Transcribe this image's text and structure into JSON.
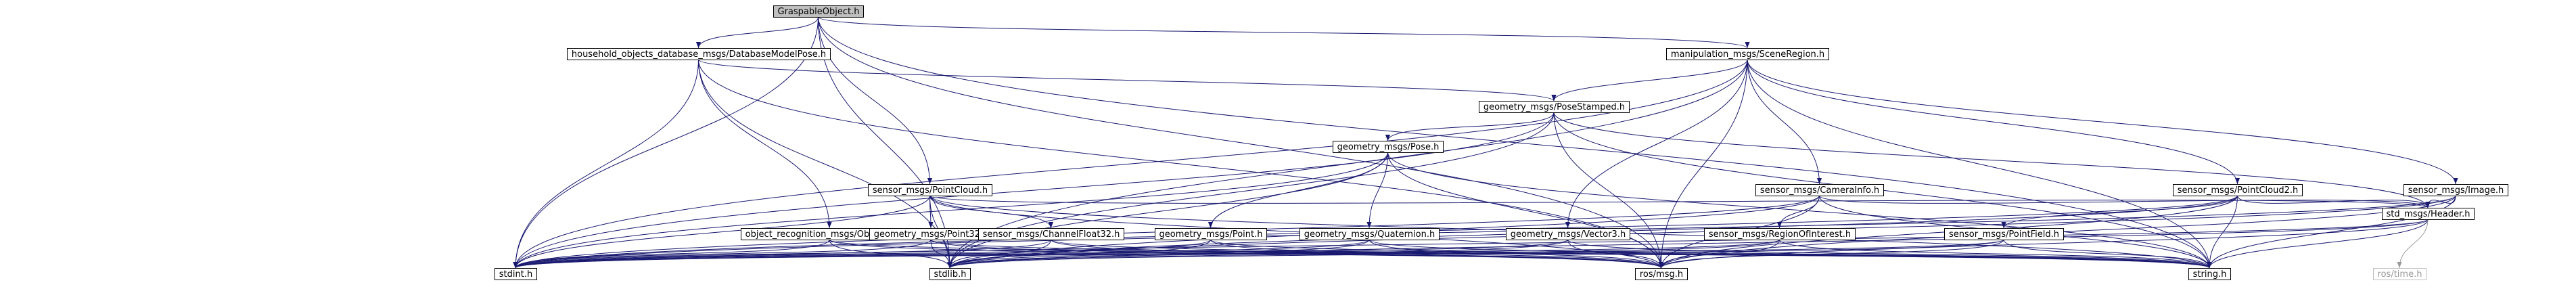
{
  "colors": {
    "edge": "#191970",
    "edge_weak": "#9a9a9a",
    "root_fill": "#bfbfbf",
    "node_fill": "#ffffff",
    "node_border": "#000000",
    "ext_border": "#bfbfbf",
    "ext_text": "#9a9a9a"
  },
  "nodes": [
    {
      "id": "n0",
      "label": "GraspableObject.h",
      "kind": "root"
    },
    {
      "id": "n1",
      "label": "household_objects_database_msgs/DatabaseModelPose.h"
    },
    {
      "id": "n2",
      "label": "manipulation_msgs/SceneRegion.h"
    },
    {
      "id": "n3",
      "label": "geometry_msgs/PoseStamped.h"
    },
    {
      "id": "n4",
      "label": "sensor_msgs/PointCloud.h"
    },
    {
      "id": "n5",
      "label": "geometry_msgs/Pose.h"
    },
    {
      "id": "n6",
      "label": "sensor_msgs/CameraInfo.h"
    },
    {
      "id": "n7",
      "label": "sensor_msgs/PointCloud2.h"
    },
    {
      "id": "n8",
      "label": "sensor_msgs/Image.h"
    },
    {
      "id": "n9",
      "label": "object_recognition_msgs/ObjectType.h"
    },
    {
      "id": "n10",
      "label": "geometry_msgs/Point32.h"
    },
    {
      "id": "n11",
      "label": "sensor_msgs/ChannelFloat32.h"
    },
    {
      "id": "n12",
      "label": "geometry_msgs/Point.h"
    },
    {
      "id": "n13",
      "label": "geometry_msgs/Quaternion.h"
    },
    {
      "id": "n14",
      "label": "geometry_msgs/Vector3.h"
    },
    {
      "id": "n15",
      "label": "sensor_msgs/RegionOfInterest.h"
    },
    {
      "id": "n16",
      "label": "sensor_msgs/PointField.h"
    },
    {
      "id": "n17",
      "label": "std_msgs/Header.h"
    },
    {
      "id": "n18",
      "label": "stdint.h"
    },
    {
      "id": "n19",
      "label": "stdlib.h"
    },
    {
      "id": "n20",
      "label": "ros/msg.h"
    },
    {
      "id": "n21",
      "label": "string.h"
    },
    {
      "id": "n22",
      "label": "ros/time.h",
      "kind": "ext"
    }
  ],
  "edges": [
    [
      "n0",
      "n1"
    ],
    [
      "n0",
      "n2"
    ],
    [
      "n0",
      "n4"
    ],
    [
      "n0",
      "n18"
    ],
    [
      "n0",
      "n19"
    ],
    [
      "n0",
      "n20"
    ],
    [
      "n0",
      "n21"
    ],
    [
      "n1",
      "n3"
    ],
    [
      "n1",
      "n9"
    ],
    [
      "n1",
      "n18"
    ],
    [
      "n1",
      "n19"
    ],
    [
      "n1",
      "n20"
    ],
    [
      "n2",
      "n3"
    ],
    [
      "n2",
      "n6"
    ],
    [
      "n2",
      "n7"
    ],
    [
      "n2",
      "n8"
    ],
    [
      "n2",
      "n14"
    ],
    [
      "n2",
      "n18"
    ],
    [
      "n2",
      "n19"
    ],
    [
      "n2",
      "n20"
    ],
    [
      "n2",
      "n21"
    ],
    [
      "n3",
      "n5"
    ],
    [
      "n3",
      "n17"
    ],
    [
      "n3",
      "n18"
    ],
    [
      "n3",
      "n19"
    ],
    [
      "n3",
      "n20"
    ],
    [
      "n3",
      "n21"
    ],
    [
      "n4",
      "n10"
    ],
    [
      "n4",
      "n11"
    ],
    [
      "n4",
      "n17"
    ],
    [
      "n4",
      "n18"
    ],
    [
      "n4",
      "n19"
    ],
    [
      "n4",
      "n20"
    ],
    [
      "n4",
      "n21"
    ],
    [
      "n5",
      "n12"
    ],
    [
      "n5",
      "n13"
    ],
    [
      "n5",
      "n18"
    ],
    [
      "n5",
      "n19"
    ],
    [
      "n5",
      "n20"
    ],
    [
      "n5",
      "n21"
    ],
    [
      "n6",
      "n15"
    ],
    [
      "n6",
      "n17"
    ],
    [
      "n6",
      "n18"
    ],
    [
      "n6",
      "n19"
    ],
    [
      "n6",
      "n20"
    ],
    [
      "n6",
      "n21"
    ],
    [
      "n7",
      "n16"
    ],
    [
      "n7",
      "n17"
    ],
    [
      "n7",
      "n18"
    ],
    [
      "n7",
      "n19"
    ],
    [
      "n7",
      "n20"
    ],
    [
      "n7",
      "n21"
    ],
    [
      "n8",
      "n17"
    ],
    [
      "n8",
      "n18"
    ],
    [
      "n8",
      "n19"
    ],
    [
      "n8",
      "n20"
    ],
    [
      "n8",
      "n21"
    ],
    [
      "n9",
      "n18"
    ],
    [
      "n9",
      "n19"
    ],
    [
      "n9",
      "n20"
    ],
    [
      "n9",
      "n21"
    ],
    [
      "n10",
      "n18"
    ],
    [
      "n10",
      "n19"
    ],
    [
      "n10",
      "n20"
    ],
    [
      "n10",
      "n21"
    ],
    [
      "n11",
      "n18"
    ],
    [
      "n11",
      "n19"
    ],
    [
      "n11",
      "n20"
    ],
    [
      "n11",
      "n21"
    ],
    [
      "n12",
      "n18"
    ],
    [
      "n12",
      "n19"
    ],
    [
      "n12",
      "n20"
    ],
    [
      "n12",
      "n21"
    ],
    [
      "n13",
      "n18"
    ],
    [
      "n13",
      "n19"
    ],
    [
      "n13",
      "n20"
    ],
    [
      "n13",
      "n21"
    ],
    [
      "n14",
      "n18"
    ],
    [
      "n14",
      "n19"
    ],
    [
      "n14",
      "n20"
    ],
    [
      "n14",
      "n21"
    ],
    [
      "n15",
      "n18"
    ],
    [
      "n15",
      "n19"
    ],
    [
      "n15",
      "n20"
    ],
    [
      "n15",
      "n21"
    ],
    [
      "n16",
      "n18"
    ],
    [
      "n16",
      "n19"
    ],
    [
      "n16",
      "n20"
    ],
    [
      "n16",
      "n21"
    ],
    [
      "n17",
      "n18"
    ],
    [
      "n17",
      "n19"
    ],
    [
      "n17",
      "n20"
    ],
    [
      "n17",
      "n21"
    ],
    [
      "n17",
      "n22"
    ]
  ]
}
